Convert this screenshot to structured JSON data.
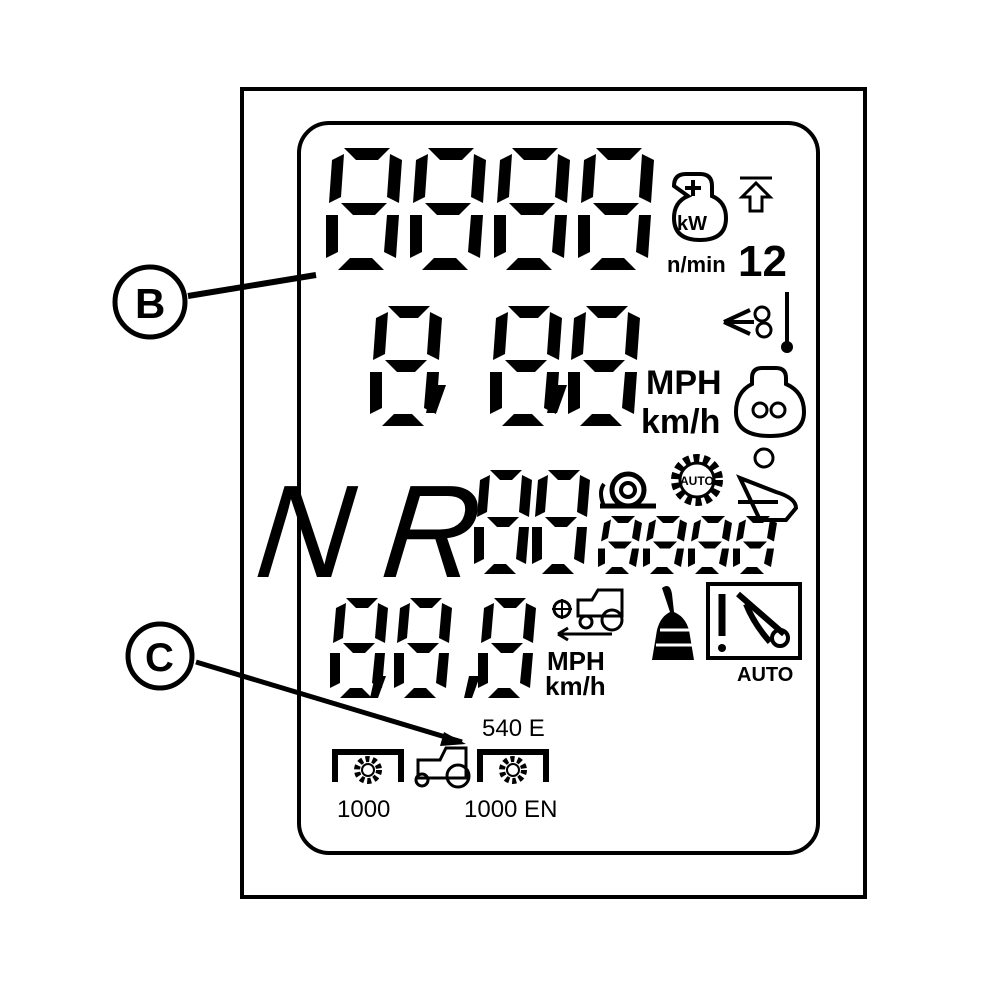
{
  "callouts": {
    "b": "B",
    "c": "C"
  },
  "units": {
    "nmin": "n/min",
    "twelve": "12",
    "mph_main": "MPH",
    "kmh_main": "km/h",
    "mph_small": "MPH",
    "kmh_small": "km/h",
    "auto_gear": "AUTO",
    "auto_steer": "AUTO",
    "kw": "kW"
  },
  "gear_letters": {
    "n": "N",
    "r": "R"
  },
  "pto": {
    "label_1000": "1000",
    "label_540e": "540 E",
    "label_1000en": "1000 EN"
  },
  "colors": {
    "ink": "#000000",
    "background": "#ffffff"
  }
}
